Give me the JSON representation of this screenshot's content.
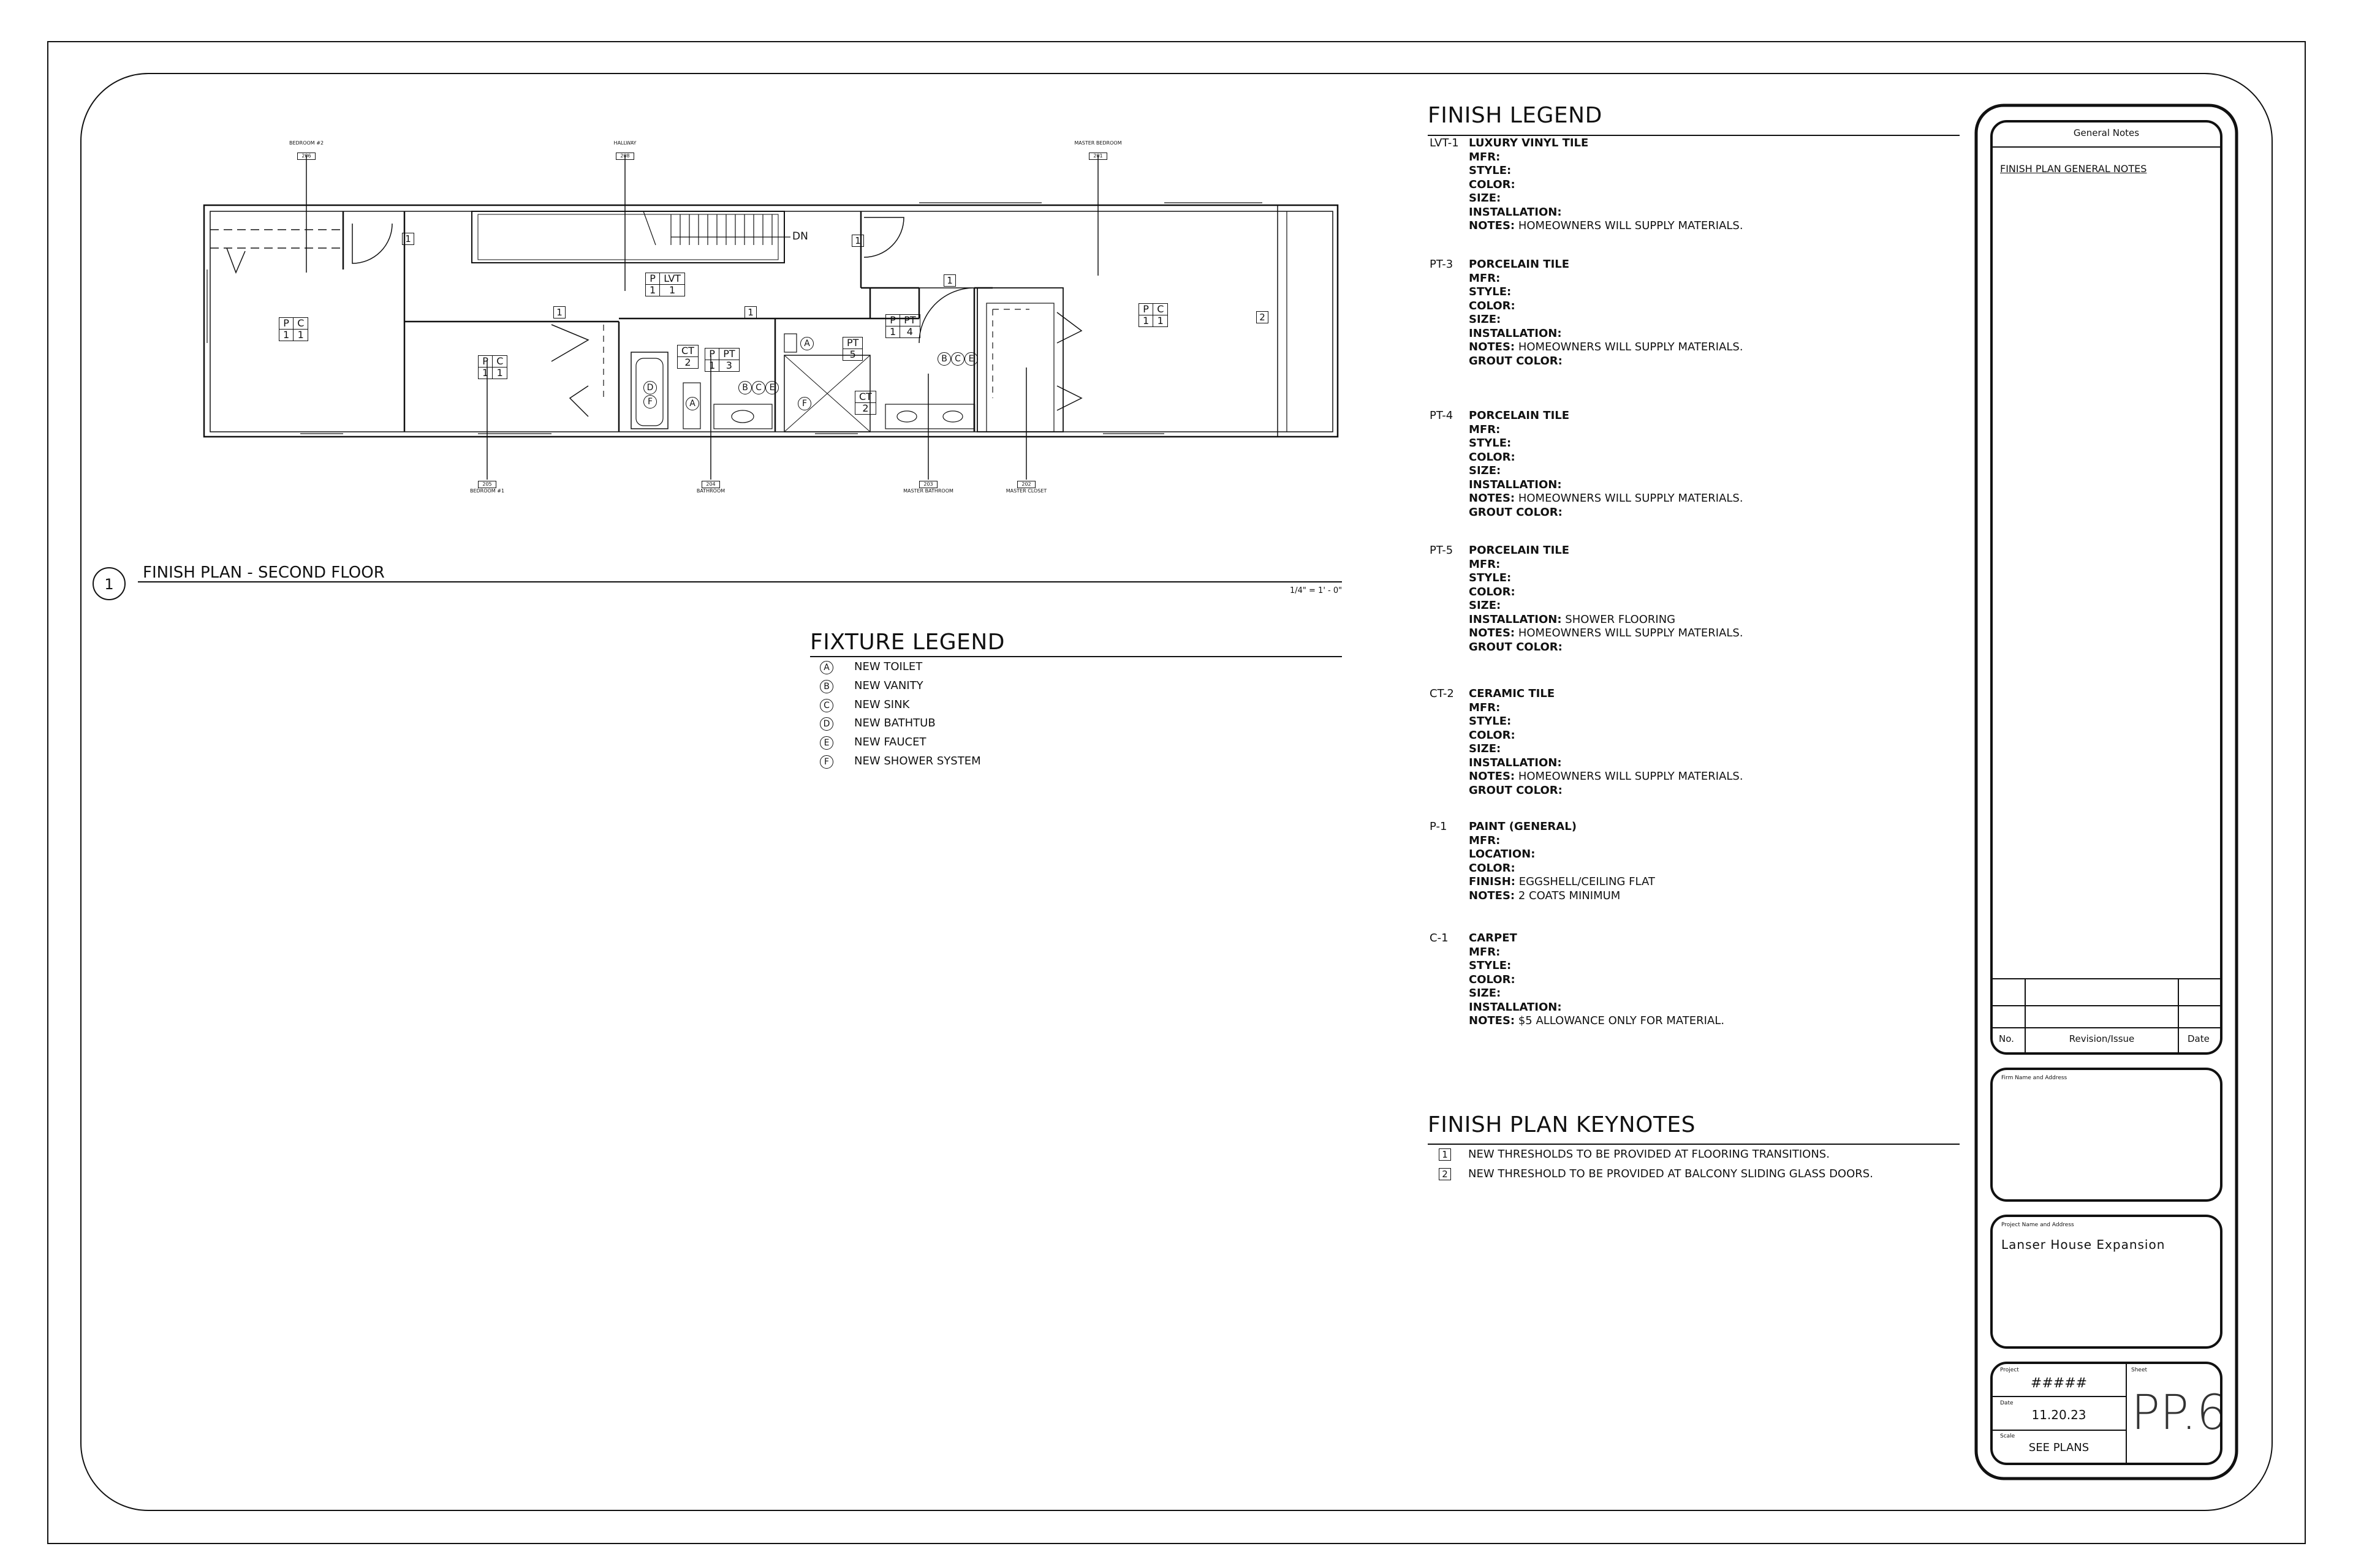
{
  "drawing": {
    "title_number": "1",
    "title": "FINISH PLAN - SECOND FLOOR",
    "scale": "1/4\" = 1' - 0\"",
    "room_tags": [
      {
        "name": "BEDROOM #2",
        "num": "206"
      },
      {
        "name": "HALLWAY",
        "num": "208"
      },
      {
        "name": "MASTER BEDROOM",
        "num": "201"
      },
      {
        "name": "BEDROOM #1",
        "num": "205"
      },
      {
        "name": "BATHROOM",
        "num": "204"
      },
      {
        "name": "MASTER BATHROOM",
        "num": "203"
      },
      {
        "name": "MASTER CLOSET",
        "num": "202"
      }
    ],
    "stair_label": "DN",
    "keynote_tags": [
      "1",
      "1",
      "1",
      "1",
      "1",
      "2"
    ],
    "finish_tags": [
      {
        "top": [
          "P",
          "C"
        ],
        "bottom": [
          "1",
          "1"
        ]
      },
      {
        "top": [
          "P",
          "C"
        ],
        "bottom": [
          "1",
          "1"
        ]
      },
      {
        "top": [
          "P",
          "LVT"
        ],
        "bottom": [
          "1",
          "1"
        ]
      },
      {
        "top": [
          "CT"
        ],
        "bottom": [
          "2"
        ]
      },
      {
        "top": [
          "P",
          "PT"
        ],
        "bottom": [
          "1",
          "3"
        ]
      },
      {
        "top": [
          "PT"
        ],
        "bottom": [
          "5"
        ]
      },
      {
        "top": [
          "CT"
        ],
        "bottom": [
          "2"
        ]
      },
      {
        "top": [
          "P",
          "PT"
        ],
        "bottom": [
          "1",
          "4"
        ]
      },
      {
        "top": [
          "P",
          "C"
        ],
        "bottom": [
          "1",
          "1"
        ]
      }
    ],
    "fixture_marks": {
      "toilet_bath": "A",
      "toilet_master": "A",
      "tub_d": "D",
      "tub_f": "F",
      "shower_f": "F",
      "vanity_bath": [
        "B",
        "C",
        "E"
      ],
      "vanity_master": [
        "B",
        "C",
        "E"
      ]
    }
  },
  "fixture_legend": {
    "title": "FIXTURE LEGEND",
    "items": [
      {
        "mark": "A",
        "label": "NEW TOILET"
      },
      {
        "mark": "B",
        "label": "NEW VANITY"
      },
      {
        "mark": "C",
        "label": "NEW SINK"
      },
      {
        "mark": "D",
        "label": "NEW BATHTUB"
      },
      {
        "mark": "E",
        "label": "NEW FAUCET"
      },
      {
        "mark": "F",
        "label": "NEW SHOWER SYSTEM"
      }
    ]
  },
  "finish_legend": {
    "title": "FINISH LEGEND",
    "entries": [
      {
        "code": "LVT-1",
        "name": "LUXURY VINYL TILE",
        "lines": [
          {
            "k": "MFR:",
            "v": ""
          },
          {
            "k": "STYLE:",
            "v": ""
          },
          {
            "k": "COLOR:",
            "v": ""
          },
          {
            "k": "SIZE:",
            "v": ""
          },
          {
            "k": "INSTALLATION:",
            "v": ""
          },
          {
            "k": "NOTES:",
            "v": " HOMEOWNERS WILL SUPPLY MATERIALS."
          }
        ]
      },
      {
        "code": "PT-3",
        "name": "PORCELAIN TILE",
        "lines": [
          {
            "k": "MFR:",
            "v": ""
          },
          {
            "k": "STYLE:",
            "v": ""
          },
          {
            "k": "COLOR:",
            "v": ""
          },
          {
            "k": "SIZE:",
            "v": ""
          },
          {
            "k": "INSTALLATION:",
            "v": ""
          },
          {
            "k": "NOTES:",
            "v": " HOMEOWNERS WILL SUPPLY MATERIALS."
          },
          {
            "k": "GROUT COLOR:",
            "v": ""
          }
        ]
      },
      {
        "code": "PT-4",
        "name": "PORCELAIN TILE",
        "lines": [
          {
            "k": "MFR:",
            "v": ""
          },
          {
            "k": "STYLE:",
            "v": ""
          },
          {
            "k": "COLOR:",
            "v": ""
          },
          {
            "k": "SIZE:",
            "v": ""
          },
          {
            "k": "INSTALLATION:",
            "v": ""
          },
          {
            "k": "NOTES:",
            "v": " HOMEOWNERS WILL SUPPLY MATERIALS."
          },
          {
            "k": "GROUT COLOR:",
            "v": ""
          }
        ]
      },
      {
        "code": "PT-5",
        "name": "PORCELAIN TILE",
        "lines": [
          {
            "k": "MFR:",
            "v": ""
          },
          {
            "k": "STYLE:",
            "v": ""
          },
          {
            "k": "COLOR:",
            "v": ""
          },
          {
            "k": "SIZE:",
            "v": ""
          },
          {
            "k": "INSTALLATION:",
            "v": " SHOWER FLOORING"
          },
          {
            "k": "NOTES:",
            "v": " HOMEOWNERS WILL SUPPLY MATERIALS."
          },
          {
            "k": "GROUT COLOR:",
            "v": ""
          }
        ]
      },
      {
        "code": "CT-2",
        "name": "CERAMIC TILE",
        "lines": [
          {
            "k": "MFR:",
            "v": ""
          },
          {
            "k": "STYLE:",
            "v": ""
          },
          {
            "k": "COLOR:",
            "v": ""
          },
          {
            "k": "SIZE:",
            "v": ""
          },
          {
            "k": "INSTALLATION:",
            "v": ""
          },
          {
            "k": "NOTES:",
            "v": " HOMEOWNERS WILL SUPPLY MATERIALS."
          },
          {
            "k": "GROUT COLOR:",
            "v": ""
          }
        ]
      },
      {
        "code": "P-1",
        "name": "PAINT (GENERAL)",
        "lines": [
          {
            "k": "MFR:",
            "v": ""
          },
          {
            "k": "LOCATION:",
            "v": ""
          },
          {
            "k": "COLOR:",
            "v": ""
          },
          {
            "k": "FINISH:",
            "v": " EGGSHELL/CEILING FLAT"
          },
          {
            "k": "NOTES:",
            "v": " 2 COATS MINIMUM"
          }
        ]
      },
      {
        "code": "C-1",
        "name": "CARPET",
        "lines": [
          {
            "k": "MFR:",
            "v": ""
          },
          {
            "k": "STYLE:",
            "v": ""
          },
          {
            "k": "COLOR:",
            "v": ""
          },
          {
            "k": "SIZE:",
            "v": ""
          },
          {
            "k": "INSTALLATION:",
            "v": ""
          },
          {
            "k": "NOTES:",
            "v": " $5 ALLOWANCE ONLY FOR MATERIAL."
          }
        ]
      }
    ]
  },
  "keynotes": {
    "title": "FINISH PLAN KEYNOTES",
    "items": [
      {
        "num": "1",
        "text": "NEW THRESHOLDS TO BE PROVIDED AT FLOORING TRANSITIONS."
      },
      {
        "num": "2",
        "text": "NEW THRESHOLD TO BE PROVIDED AT BALCONY SLIDING GLASS DOORS."
      }
    ]
  },
  "title_block": {
    "general_notes_title": "General Notes",
    "general_notes_subtitle": "FINISH PLAN GENERAL NOTES",
    "revision_headers": {
      "no": "No.",
      "rev": "Revision/Issue",
      "date": "Date"
    },
    "firm_label": "Firm Name and Address",
    "project_label": "Project Name and Address",
    "project_name": "Lanser House Expansion",
    "project_num_label": "Project",
    "project_num": "#####",
    "sheet_label": "Sheet",
    "sheet_num": "PP.6",
    "date_label": "Date",
    "date": "11.20.23",
    "scale_label": "Scale",
    "scale": "SEE PLANS"
  }
}
